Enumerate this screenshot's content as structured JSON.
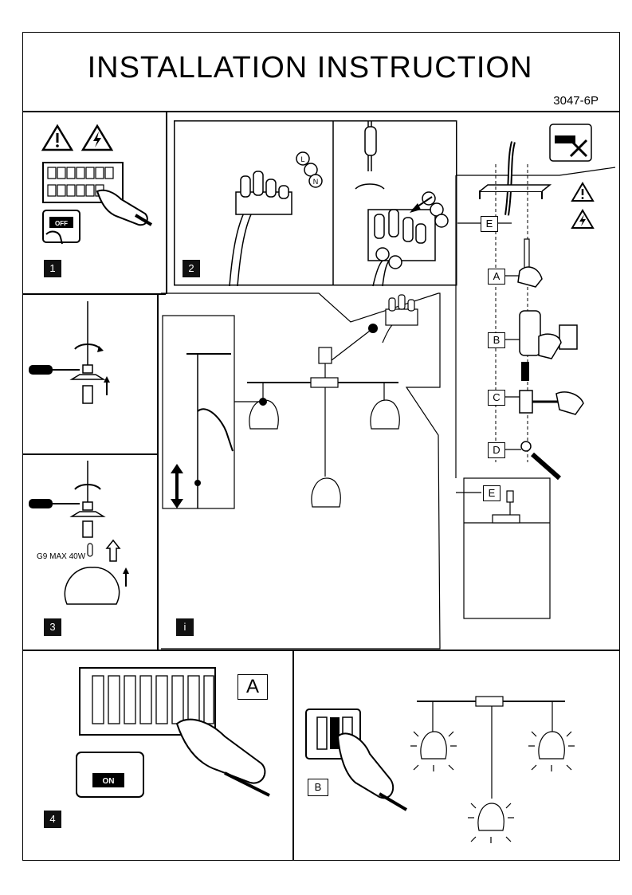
{
  "header": {
    "title": "INSTALLATION INSTRUCTION",
    "model_code": "3047-6P"
  },
  "steps": {
    "step1": "1",
    "step2": "2",
    "step3": "3",
    "step4": "4",
    "info": "i"
  },
  "mounting_labels": {
    "E_top": "E",
    "A": "A",
    "B": "B",
    "C": "C",
    "D": "D",
    "E_bottom": "E"
  },
  "bulb_spec": "G9 MAX 40W",
  "breaker_label": "A",
  "switch_label": "B",
  "switch_on_text": "ON",
  "switch_off_text": "OFF",
  "icons": [
    "warning-icon",
    "electric-warning-icon",
    "no-tools-icon",
    "screwdriver-icon",
    "drill-icon",
    "hammer-icon",
    "wrench-icon",
    "hand-icon",
    "lamp-shade-icon",
    "bulb-icon"
  ]
}
